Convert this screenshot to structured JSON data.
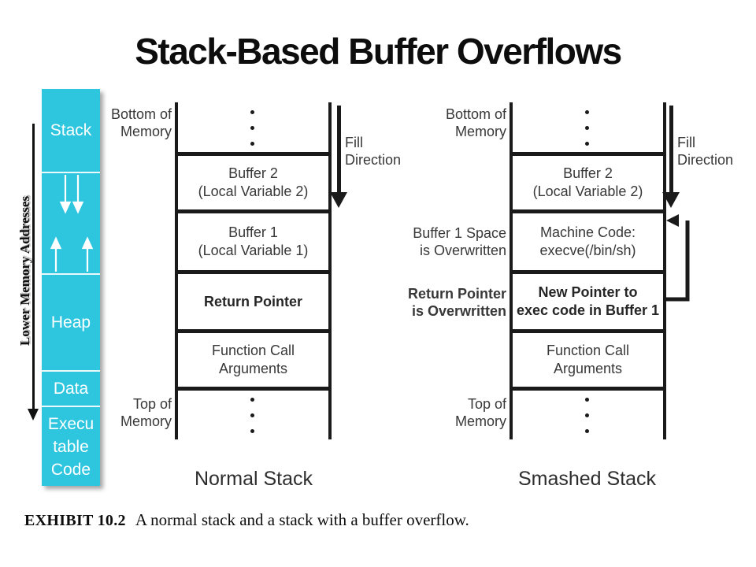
{
  "title": "Stack-Based Buffer Overflows",
  "colors": {
    "accent_cyan": "#2ec6df",
    "ink": "#1a1a1a"
  },
  "sidebar": {
    "stack": "Stack",
    "heap": "Heap",
    "data": "Data",
    "executable": "Execu\ntable\nCode",
    "axis_label": "Lower Memory Addresses"
  },
  "normal": {
    "top_memory_label": "Bottom of\nMemory",
    "bottom_memory_label": "Top of\nMemory",
    "fill_label": "Fill\nDirection",
    "cells": {
      "buffer2": "Buffer 2\n(Local Variable 2)",
      "buffer1": "Buffer 1\n(Local Variable 1)",
      "return_pointer": "Return Pointer",
      "func_args": "Function Call\nArguments"
    },
    "caption": "Normal Stack"
  },
  "smashed": {
    "top_memory_label": "Bottom of\nMemory",
    "bottom_memory_label": "Top of\nMemory",
    "fill_label": "Fill\nDirection",
    "cells": {
      "buffer2": "Buffer 2\n(Local Variable 2)",
      "machine_code": "Machine Code:\nexecve(/bin/sh)",
      "new_pointer": "New Pointer to\nexec code in Buffer 1",
      "func_args": "Function Call\nArguments"
    },
    "side_labels": {
      "buffer1_overwritten": "Buffer 1 Space\nis Overwritten",
      "return_overwritten": "Return Pointer\nis Overwritten"
    },
    "caption": "Smashed Stack"
  },
  "exhibit": {
    "tag": "EXHIBIT 10.2",
    "text": "A normal stack and a stack with a buffer overflow."
  }
}
